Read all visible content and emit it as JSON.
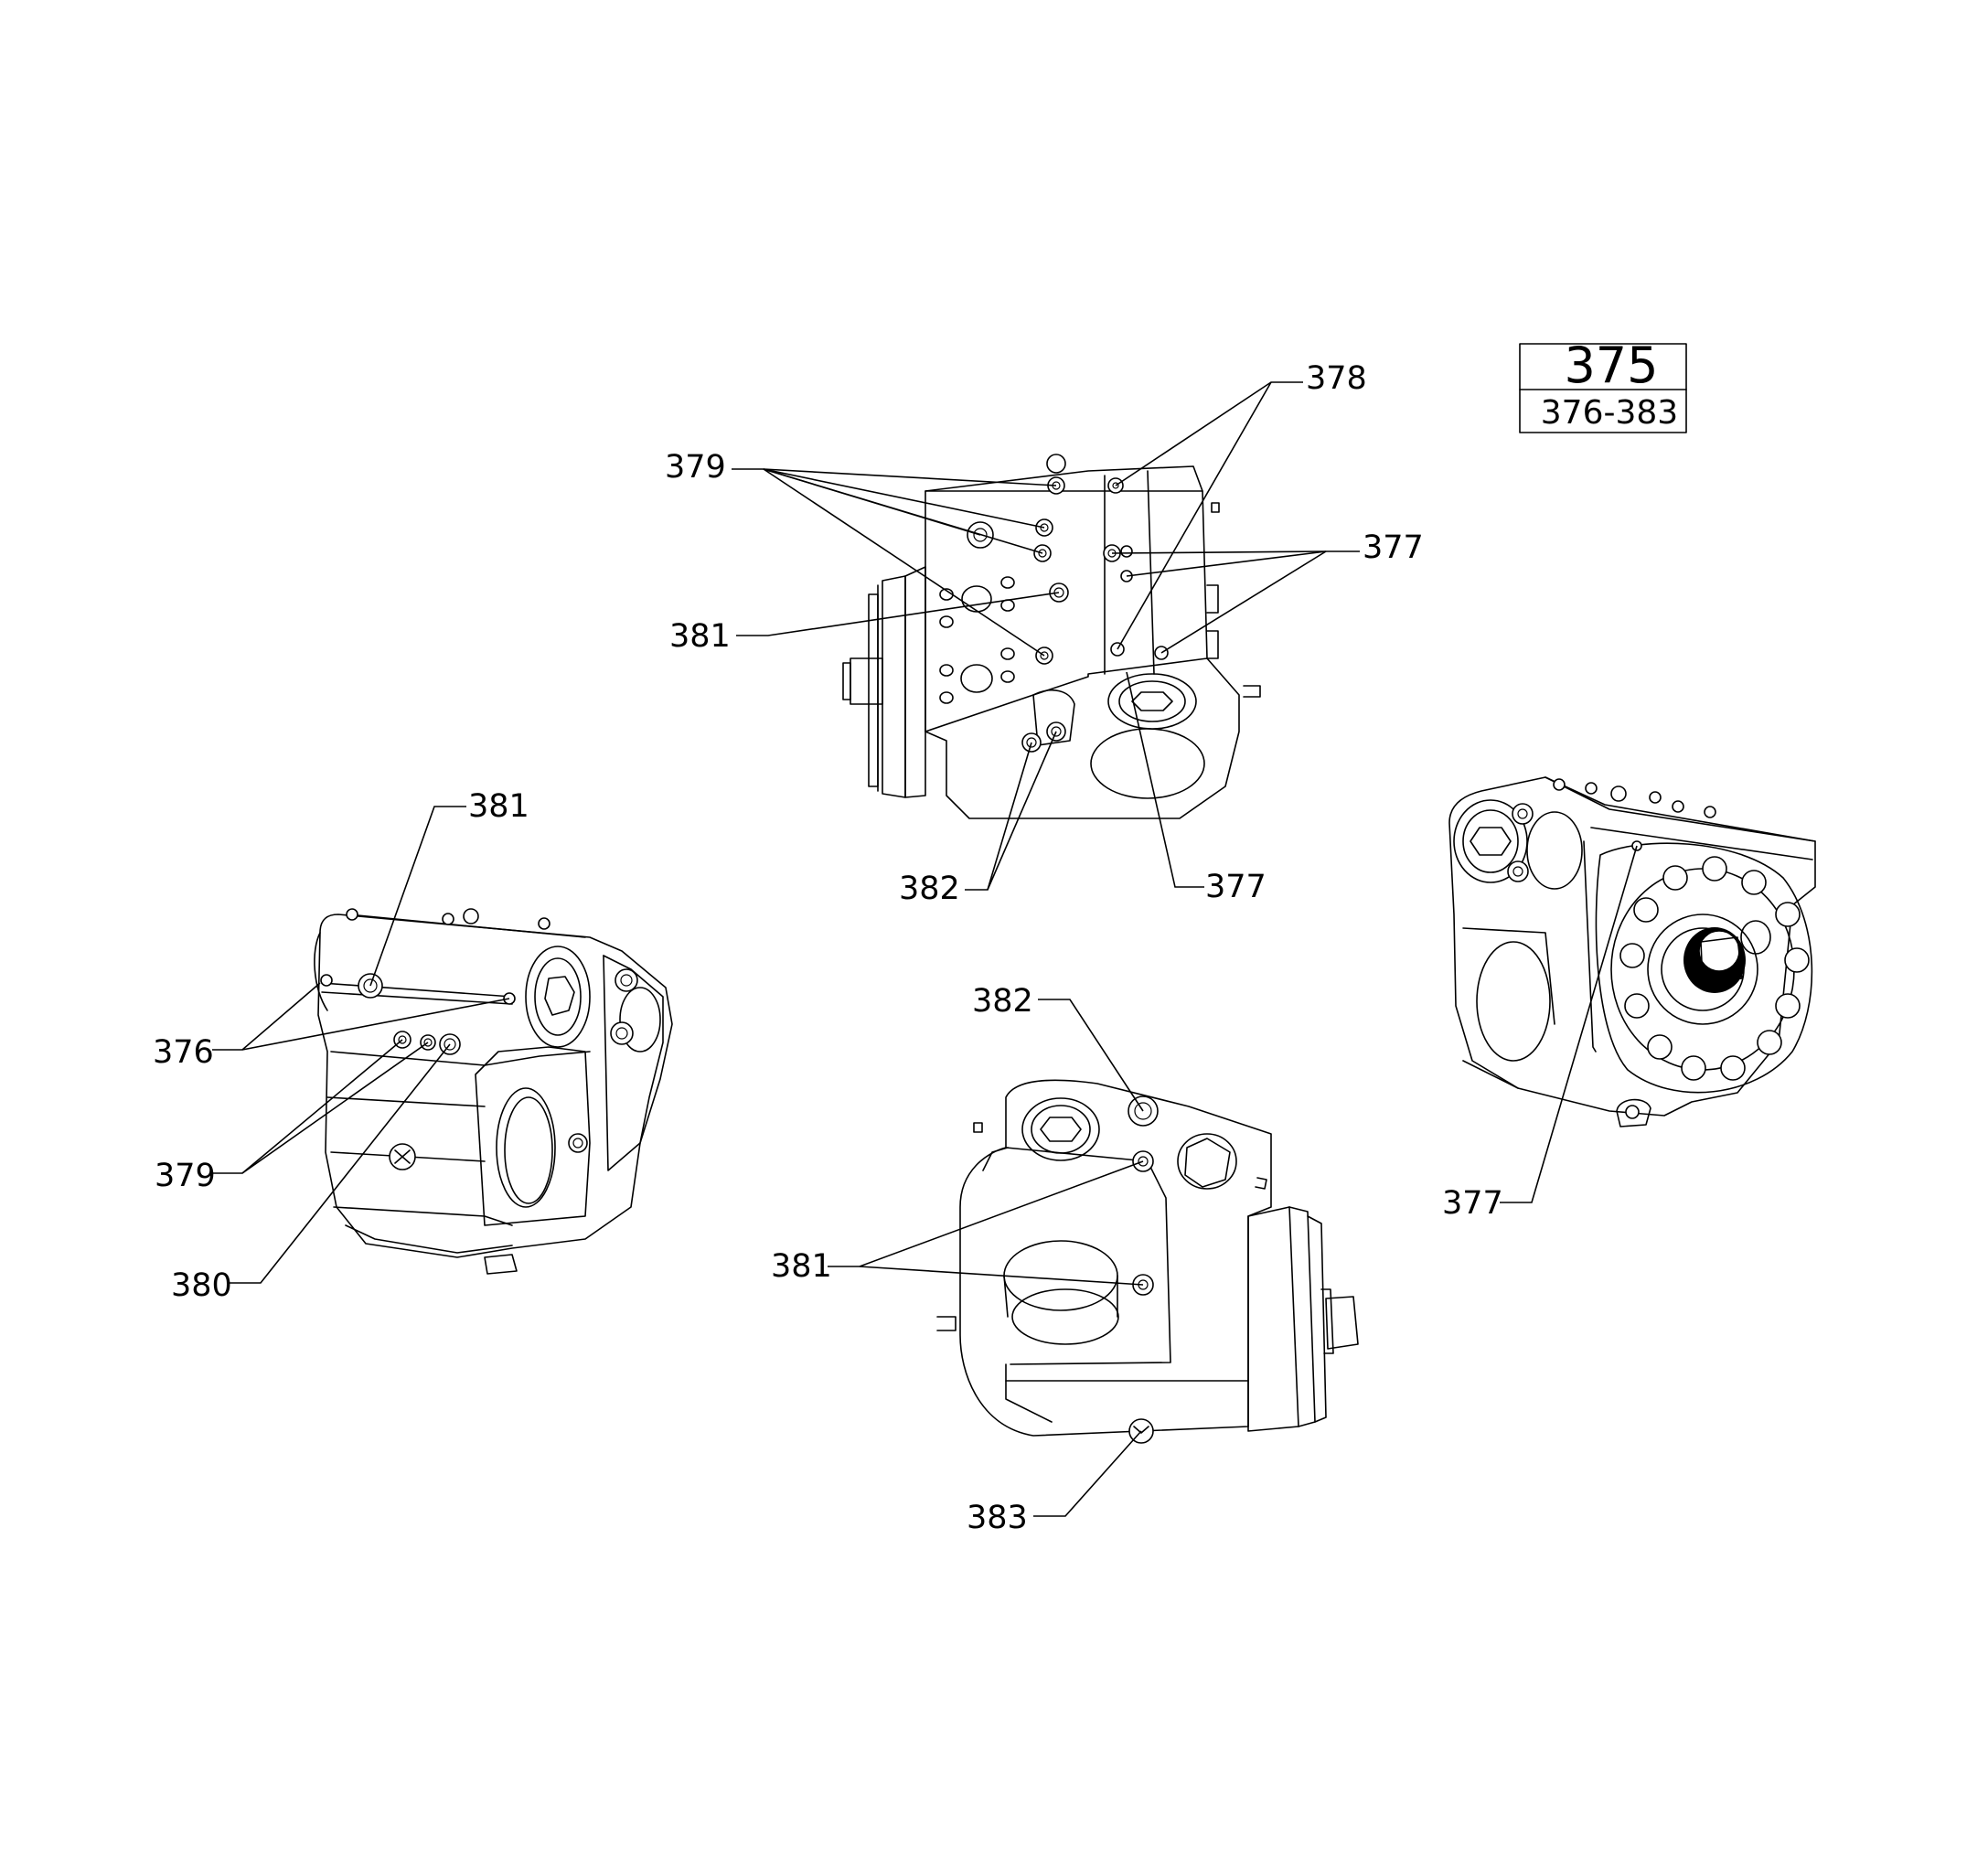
{
  "reference_box": {
    "main": "375",
    "range": "376-383"
  },
  "callouts": {
    "c378_top": "378",
    "c379_top": "379",
    "c377_top": "377",
    "c381_top": "381",
    "c382_top": "382",
    "c377_top_lower": "377",
    "c381_left": "381",
    "c376_left": "376",
    "c379_left": "379",
    "c380_left": "380",
    "c382_bottom": "382",
    "c381_bottom": "381",
    "c383_bottom": "383",
    "c377_right": "377"
  }
}
